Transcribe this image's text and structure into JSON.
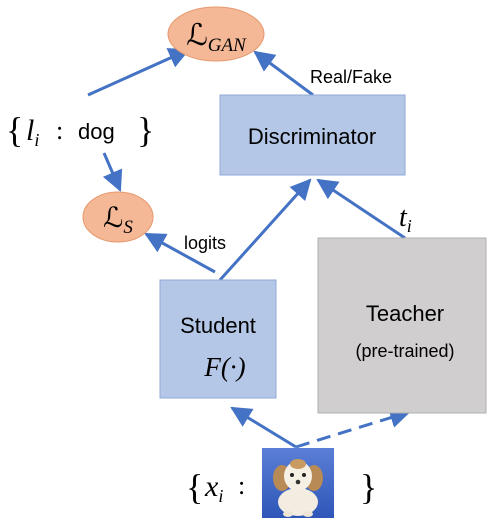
{
  "nodes": {
    "gan_loss": {
      "symbol": "ℒ",
      "subscript": "GAN"
    },
    "student_loss": {
      "symbol": "ℒ",
      "subscript": "S"
    },
    "discriminator": {
      "label": "Discriminator"
    },
    "student": {
      "label": "Student",
      "function": "F(·)"
    },
    "teacher": {
      "label": "Teacher",
      "sublabel": "(pre-trained)"
    }
  },
  "labels": {
    "real_fake": "Real/Fake",
    "logits": "logits",
    "teacher_output_var": "t",
    "teacher_output_sub": "i",
    "label_set_open": "{",
    "label_set_var": "l",
    "label_set_sub": "i",
    "label_set_colon": ":",
    "label_set_value": "dog",
    "label_set_close": "}",
    "input_set_open": "{",
    "input_set_var": "x",
    "input_set_sub": "i",
    "input_set_colon": ":",
    "input_set_close": "}"
  },
  "colors": {
    "loss_fill": "#f4b896",
    "loss_stroke": "#e6996e",
    "model_fill": "#b4c7e7",
    "model_stroke": "#8fa9d6",
    "teacher_fill": "#d0cece",
    "teacher_stroke": "#b0b0b0",
    "arrow": "#4472c4"
  },
  "icons": {
    "input_image": "puppy-photo-icon"
  }
}
